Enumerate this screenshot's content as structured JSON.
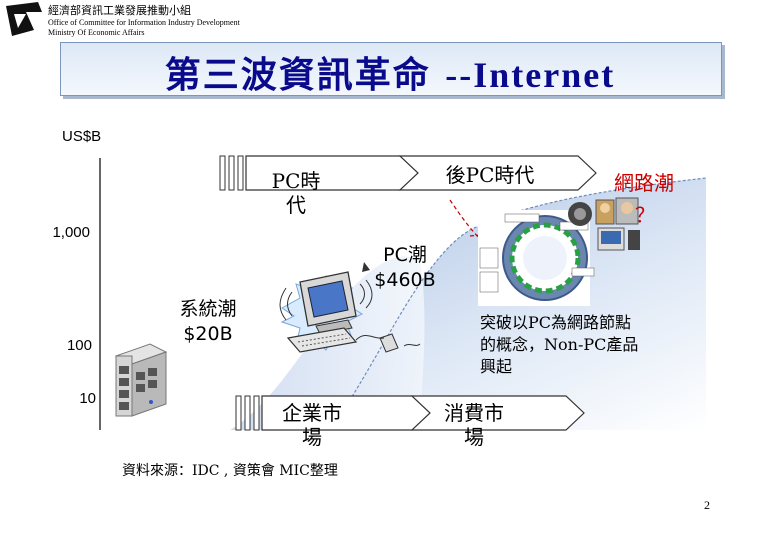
{
  "header": {
    "org_zh": "經濟部資訊工業發展推動小組",
    "org_en_1": "Office of Committee for Information Industry Development",
    "org_en_2": "Ministry Of Economic Affairs"
  },
  "title": {
    "zh": "第三波資訊革命",
    "en": "--Internet"
  },
  "y_axis": {
    "unit": "US$B",
    "ticks": [
      "1,000",
      "100",
      "10"
    ]
  },
  "eras": {
    "pc_era_1": "PC時",
    "pc_era_2": "代",
    "post_pc_era": "後PC時代",
    "network_wave": "網路潮",
    "question": "？"
  },
  "waves": {
    "system_1": "系統潮",
    "system_2": "$20B",
    "pc_1": "PC潮",
    "pc_2": "$460B"
  },
  "note": {
    "line1": "突破以PC為網路節點",
    "line2": "的概念，Non-PC產品",
    "line3": "興起"
  },
  "markets": {
    "enterprise_1": "企業市",
    "enterprise_2": "場",
    "consumer_1": "消費市",
    "consumer_2": "場"
  },
  "source": "資料來源：IDC , 資策會 MIC整理",
  "slide_number": "2",
  "colors": {
    "title": "#0a0a8c",
    "accent_red": "#cc0000",
    "wave_blue": "#bcd0ea"
  }
}
